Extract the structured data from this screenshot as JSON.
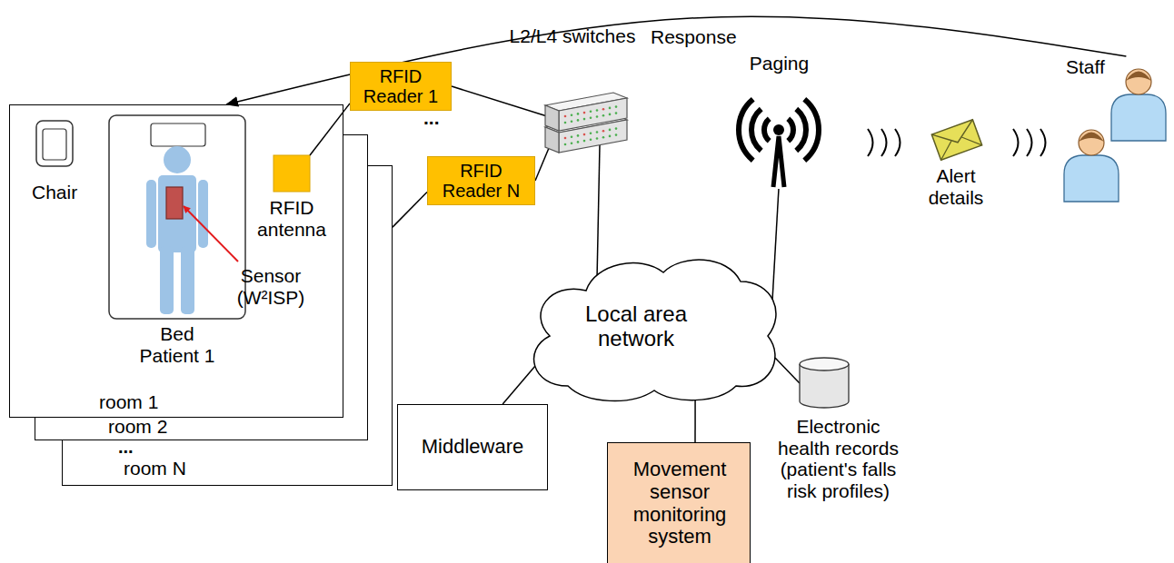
{
  "diagram": {
    "nodes": [
      {
        "text": [
          "room 1"
        ]
      },
      {
        "text": [
          "Bed Patient 1"
        ],
        "in": 0
      },
      {
        "text": [
          "RFID antenna"
        ],
        "in": 0
      },
      {
        "text": [
          "room 2"
        ]
      },
      {
        "text": [
          "room N"
        ]
      },
      {
        "text": [
          "RFID Reader 1"
        ]
      },
      {
        "text": [
          "RFID Reader N"
        ]
      },
      {
        "text": [
          "L2/L4 switches"
        ]
      },
      {
        "text": [
          "Local area network"
        ]
      },
      {
        "text": [
          "Paging"
        ]
      },
      {
        "text": [
          "Middleware"
        ]
      },
      {
        "text": [
          "Movement sensor monitoring system"
        ]
      },
      {
        "text": [
          "Electronic health records (patient's falls risk profiles)"
        ]
      },
      {
        "text": [
          "Staff"
        ]
      }
    ],
    "edges": [
      {
        "from": 2,
        "to": 5,
        "arrow": "none"
      },
      {
        "from": 4,
        "to": 6,
        "arrow": "none"
      },
      {
        "from": 5,
        "to": 7,
        "arrow": "none"
      },
      {
        "from": 6,
        "to": 7,
        "arrow": "none"
      },
      {
        "from": 7,
        "to": 8,
        "arrow": "none"
      },
      {
        "from": 9,
        "to": 8,
        "arrow": "none"
      },
      {
        "from": 10,
        "to": 8,
        "arrow": "none"
      },
      {
        "from": 11,
        "to": 8,
        "arrow": "none"
      },
      {
        "from": 12,
        "to": 8,
        "arrow": "none"
      },
      {
        "from": 13,
        "to": 0,
        "label": "Response",
        "arrow": "to"
      }
    ],
    "labels": [
      "Chair",
      "Sensor (W²ISP)",
      "...",
      "...",
      "Alert details"
    ]
  }
}
